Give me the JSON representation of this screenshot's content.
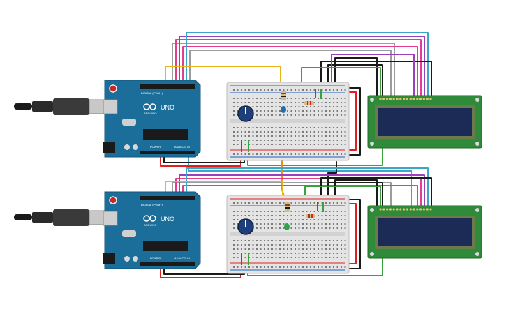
{
  "circuit": {
    "colors": {
      "arduino_board": "#1b6e9a",
      "arduino_board_light": "#2d86b5",
      "breadboard": "#e4e4e4",
      "lcd_board": "#2f8a3a",
      "lcd_screen": "#1c2a56",
      "wire_red": "#e02020",
      "wire_black": "#1a1a1a",
      "wire_green": "#3aa23a",
      "wire_yellow": "#e8b41a",
      "wire_orange": "#e8901a",
      "wire_purple": "#9b3fbf",
      "wire_pink": "#e23d8f",
      "wire_grey": "#9c9c9c",
      "wire_cyan": "#3aa7c9"
    },
    "arduino_top": {
      "brand": "ARDUINO",
      "model": "UNO",
      "digital_label": "DIGITAL (PWM~)",
      "power_label": "POWER",
      "analog_label": "ANALOG IN"
    },
    "arduino_bottom": {
      "brand": "ARDUINO",
      "model": "UNO",
      "digital_label": "DIGITAL (PWM~)",
      "power_label": "POWER",
      "analog_label": "ANALOG IN"
    },
    "led_top_color": "#1e6fb0",
    "led_bottom_color": "#28a745"
  }
}
